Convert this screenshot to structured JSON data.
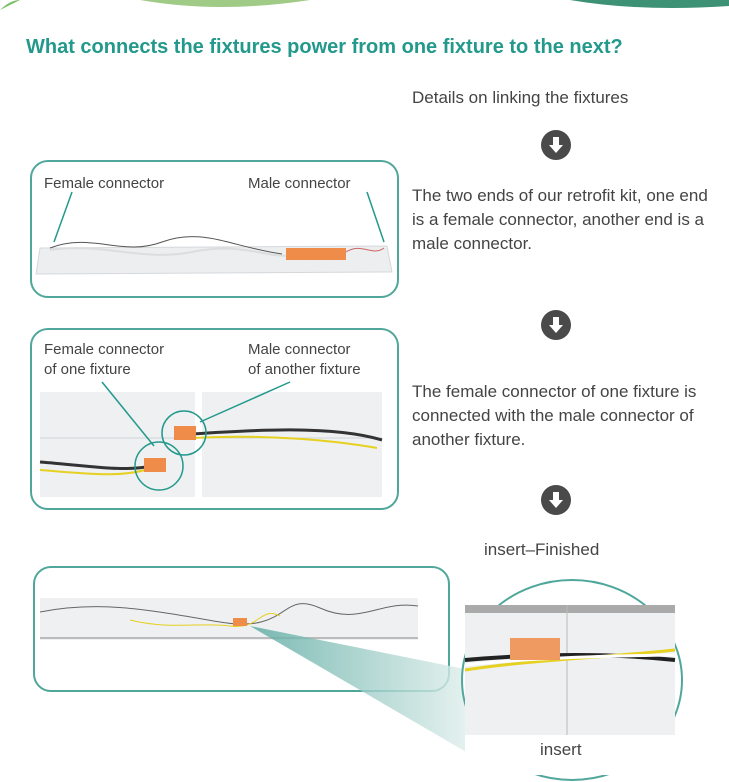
{
  "title": "What connects the fixtures power from one fixture to the next?",
  "intro": "Details on linking the fixtures",
  "steps": [
    {
      "text": "The two ends of our retrofit kit, one end is a female connector, another end is a male connector.",
      "labels": [
        "Female connector",
        "Male connector"
      ]
    },
    {
      "text": "The female connector of one fixture is connected with the male connector of another fixture.",
      "labels": [
        "Female connector of one fixture",
        "Male connector of another fixture"
      ],
      "label_lines": [
        [
          "Female connector",
          "of one fixture"
        ],
        [
          "Male connector",
          "of another fixture"
        ]
      ]
    }
  ],
  "finished_label": "insert–Finished",
  "zoom_label": "insert",
  "colors": {
    "accent": "#23998c",
    "connector": "#f0a060",
    "arrow": "#4a4a4a"
  },
  "icons": [
    "arrow-down-circle-icon"
  ]
}
